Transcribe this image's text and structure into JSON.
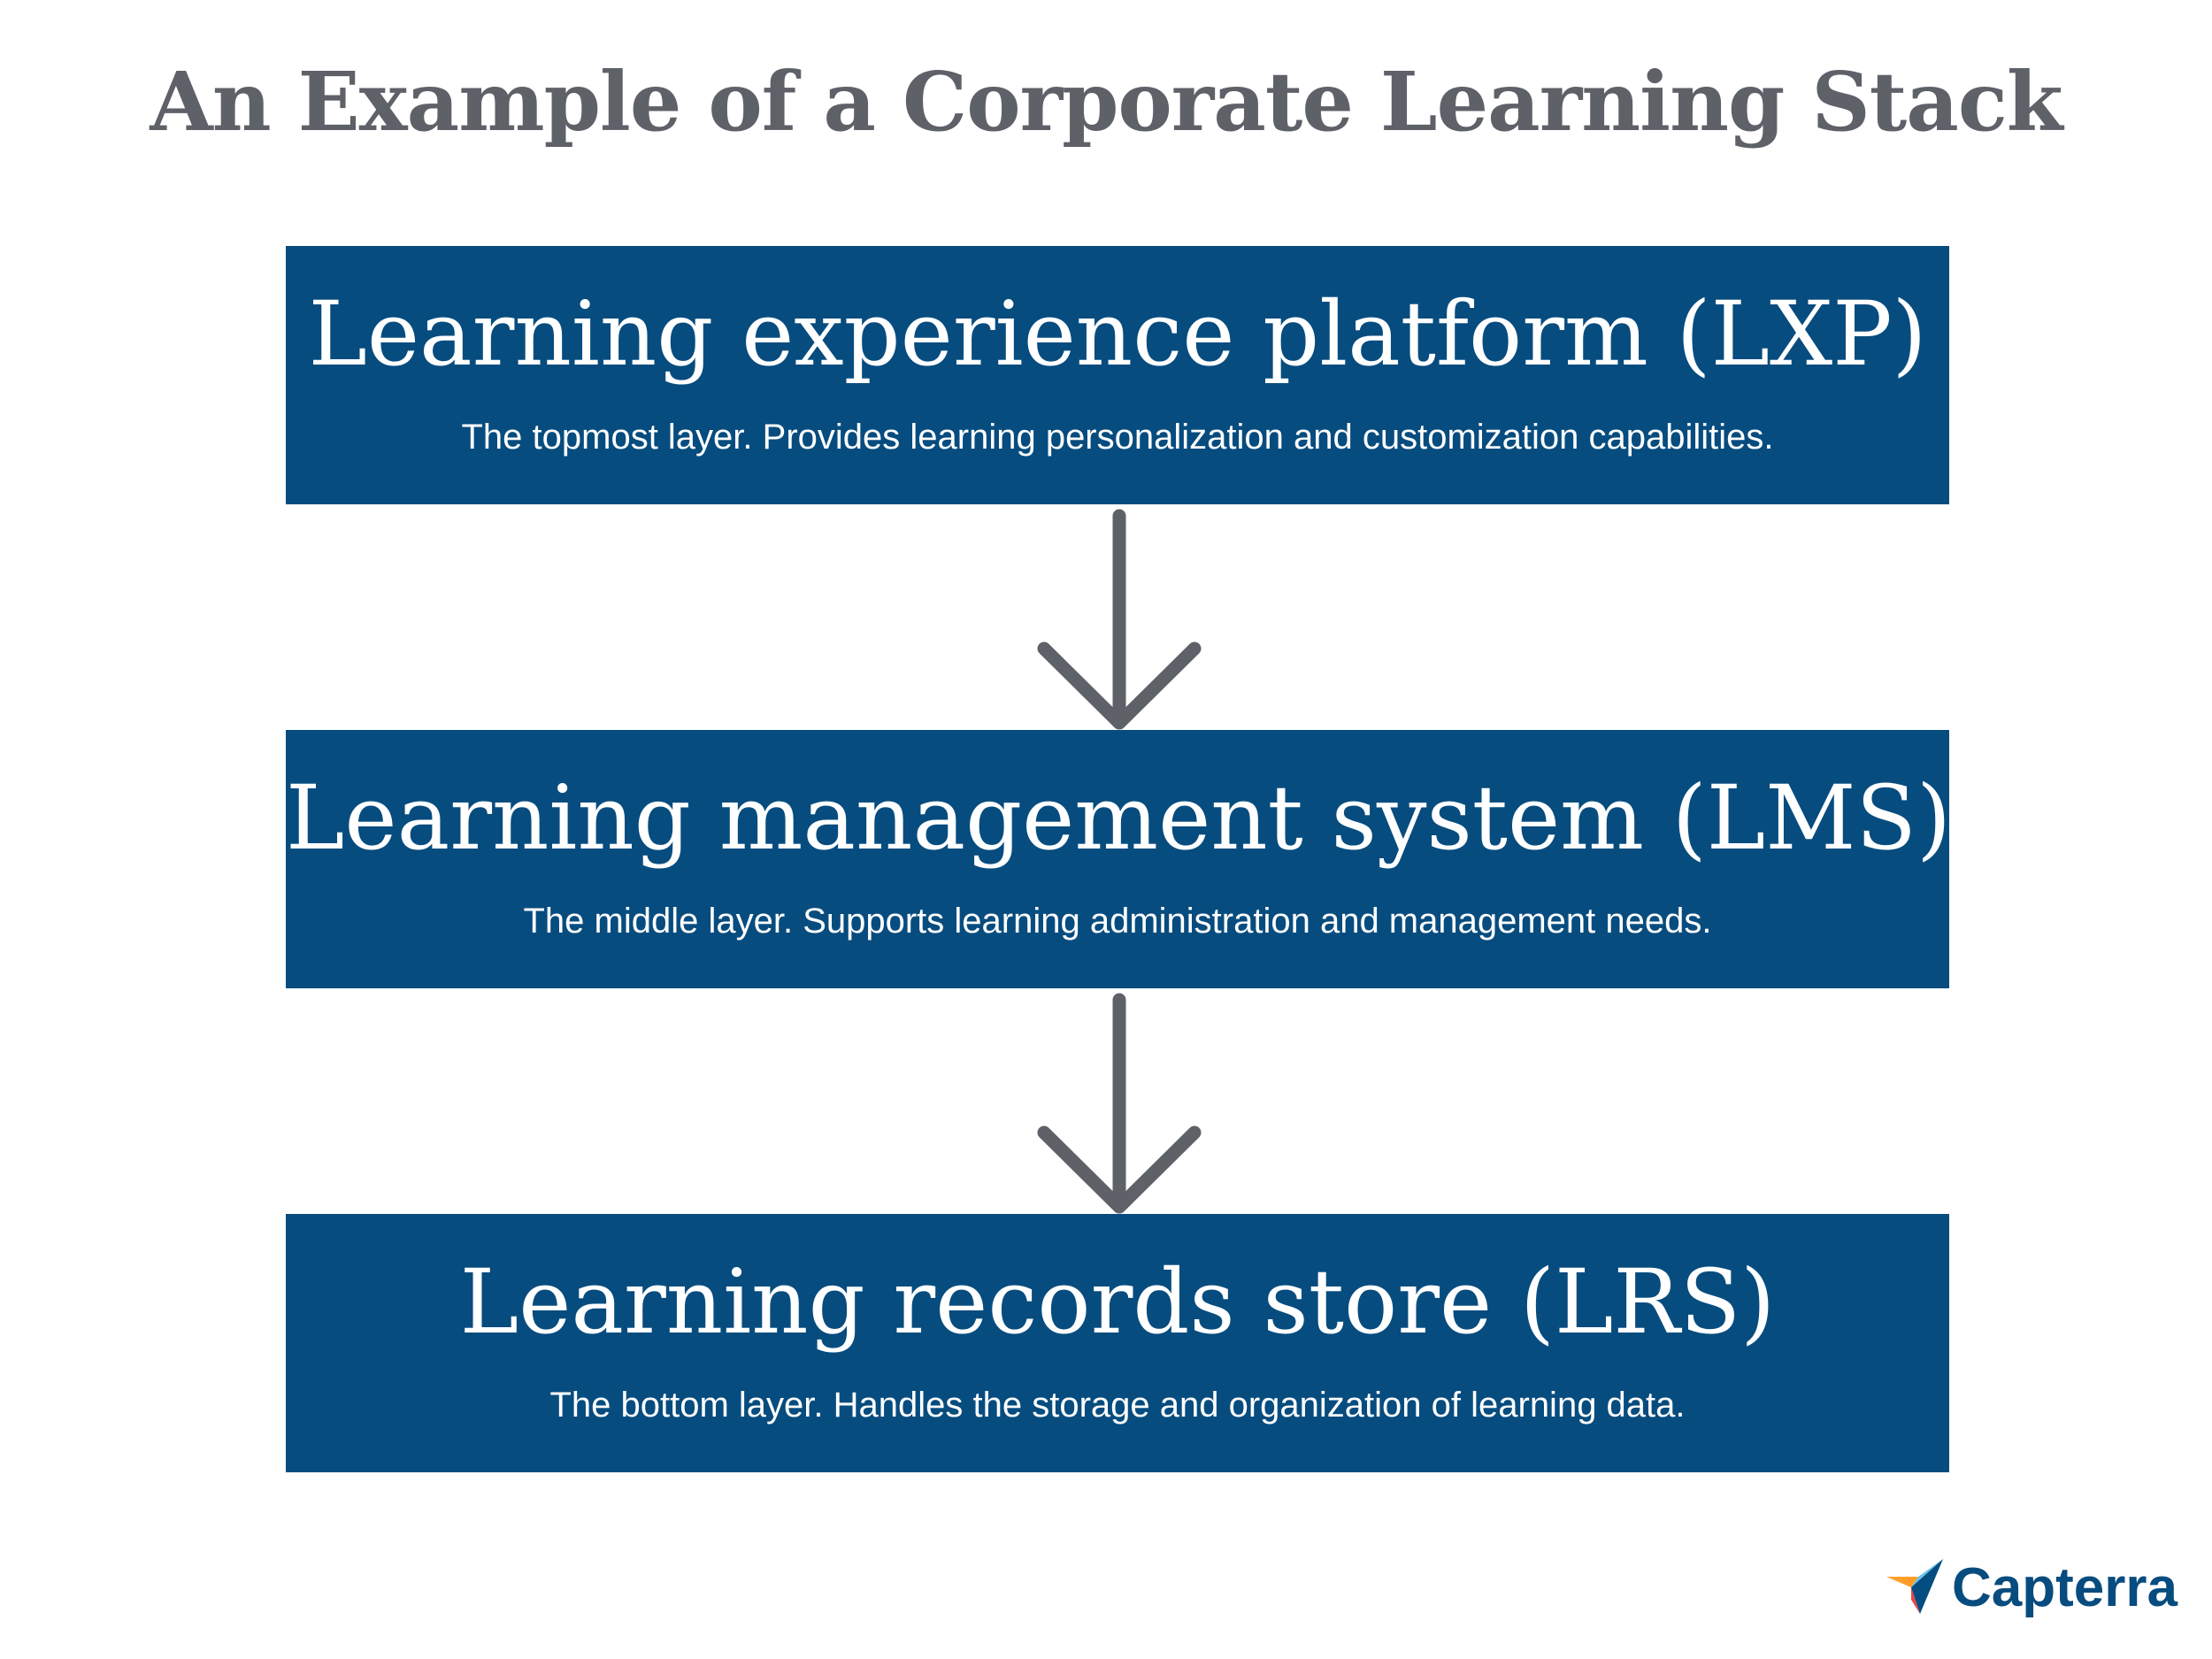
{
  "title": "An Example of a Corporate Learning Stack",
  "layers": [
    {
      "name": "Learning experience platform (LXP)",
      "description": "The topmost layer. Provides learning personalization and customization capabilities."
    },
    {
      "name": "Learning management system (LMS)",
      "description": "The middle layer. Supports learning administration and management needs."
    },
    {
      "name": "Learning records store (LRS)",
      "description": "The bottom layer. Handles the storage and organization of learning data."
    }
  ],
  "logo": {
    "text": "Capterra",
    "icon": "capterra-logo-icon"
  },
  "colors": {
    "box": "#074c7f",
    "arrow": "#5f6169",
    "title": "#5f6169",
    "logo_orange": "#ff9d28",
    "logo_blue": "#68c5ed",
    "logo_navy": "#044d80",
    "logo_red": "#e54747"
  }
}
